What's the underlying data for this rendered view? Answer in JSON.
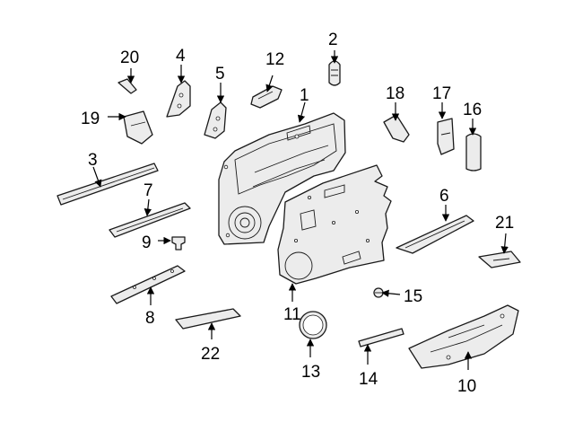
{
  "diagram": {
    "background": "#ffffff",
    "callouts": [
      "1",
      "2",
      "3",
      "4",
      "5",
      "6",
      "7",
      "8",
      "9",
      "10",
      "11",
      "12",
      "13",
      "14",
      "15",
      "16",
      "17",
      "18",
      "19",
      "20",
      "21",
      "22"
    ]
  }
}
